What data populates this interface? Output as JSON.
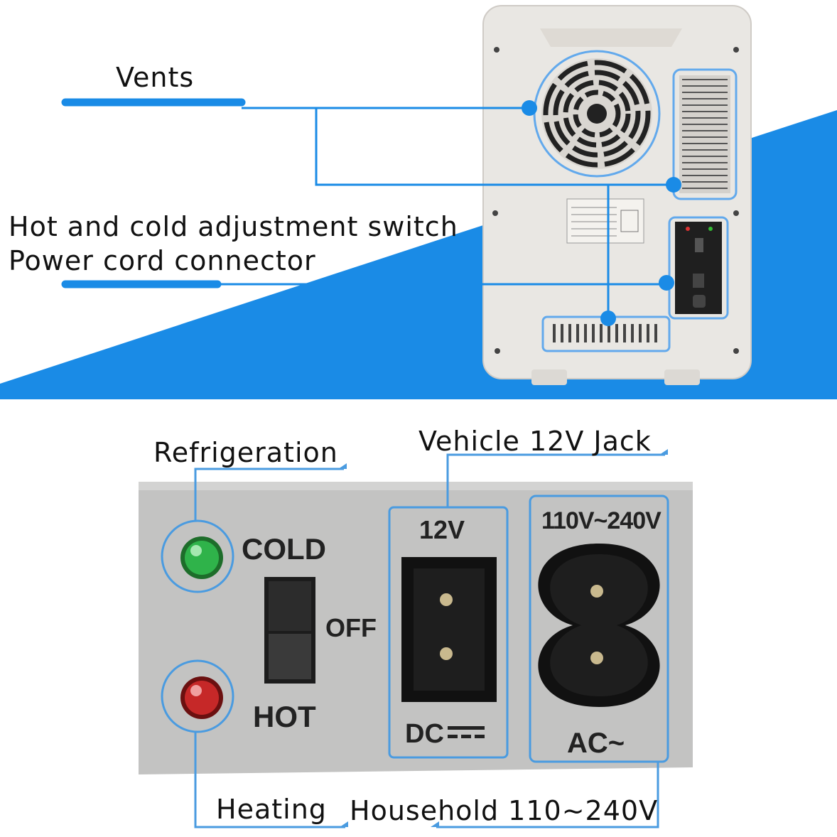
{
  "top": {
    "labels": {
      "vents": "Vents",
      "switch": "Hot and cold adjustment switch",
      "power": "Power cord connector"
    }
  },
  "bottom": {
    "labels": {
      "refrigeration": "Refrigeration",
      "vehicle": "Vehicle 12V Jack",
      "heating": "Heating",
      "household": "Household 110~240V"
    },
    "panel": {
      "cold": "COLD",
      "off": "OFF",
      "hot": "HOT",
      "v12": "12V",
      "dc": "DC",
      "ac_range": "110V~240V",
      "ac": "AC~"
    }
  },
  "colors": {
    "accent": "#1a8be6",
    "callout_line": "#3a8fd8",
    "panel_grey": "#bdbdbd",
    "led_green": "#2fb34a",
    "led_red": "#c62828"
  }
}
